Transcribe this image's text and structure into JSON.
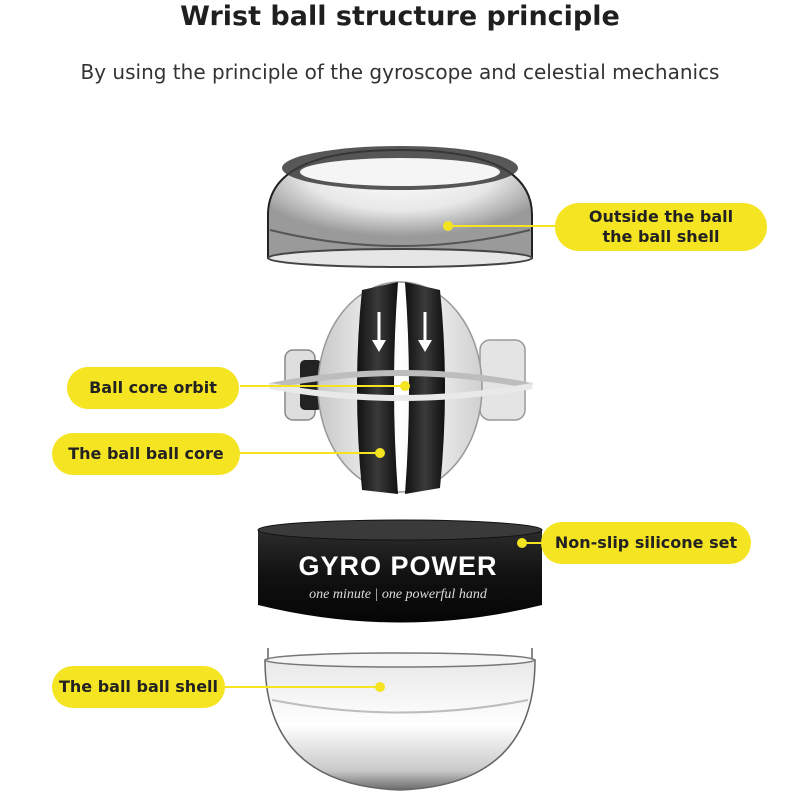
{
  "title": "Wrist ball structure principle",
  "subtitle": "By using the principle of the gyroscope and celestial mechanics",
  "product": {
    "brand_text": "GYRO POWER",
    "tagline": "one minute | one powerful hand"
  },
  "labels": {
    "outside_shell_line1": "Outside the ball",
    "outside_shell_line2": "the ball shell",
    "core_orbit": "Ball core orbit",
    "ball_core": "The ball ball core",
    "silicone_set": "Non-slip silicone set",
    "bottom_shell": "The ball ball shell"
  },
  "colors": {
    "label_bg": "#f5e421",
    "leader_line": "#f5e421"
  }
}
